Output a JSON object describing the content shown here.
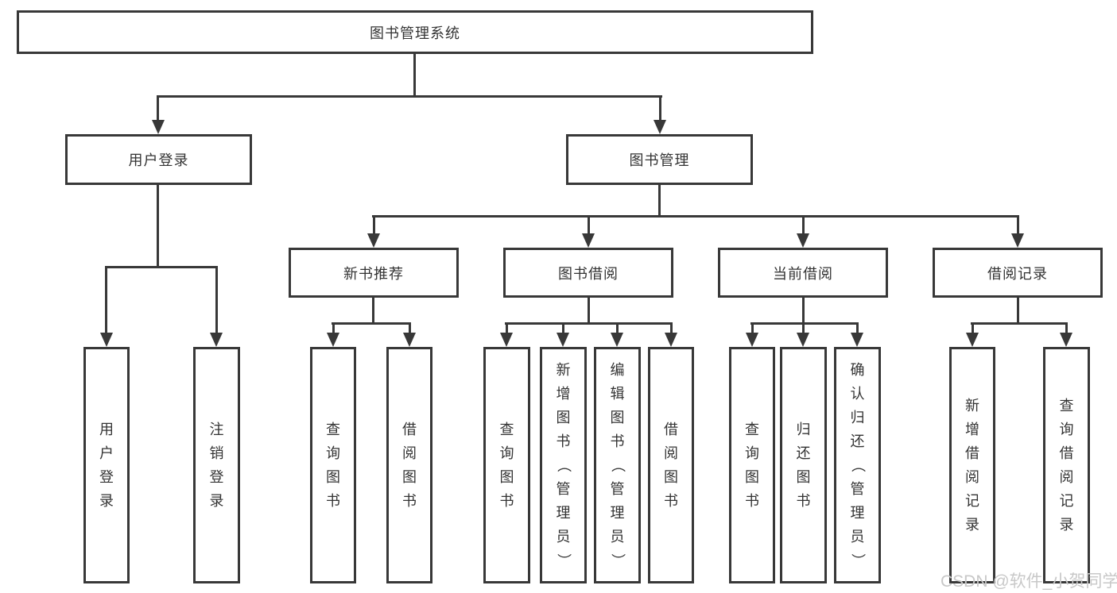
{
  "title": "图书管理系统",
  "branches": [
    {
      "label": "用户登录",
      "leaves": [
        "用户登录",
        "注销登录"
      ]
    },
    {
      "label": "图书管理",
      "groups": [
        {
          "label": "新书推荐",
          "leaves": [
            "查询图书",
            "借阅图书"
          ]
        },
        {
          "label": "图书借阅",
          "leaves": [
            "查询图书",
            "新增图书（管理员）",
            "编辑图书（管理员）",
            "借阅图书"
          ]
        },
        {
          "label": "当前借阅",
          "leaves": [
            "查询图书",
            "归还图书",
            "确认归还（管理员）"
          ]
        },
        {
          "label": "借阅记录",
          "leaves": [
            "新增借阅记录",
            "查询借阅记录"
          ]
        }
      ]
    }
  ],
  "watermark": "CSDN @软件_小贺同学",
  "colors": {
    "line": "#383838",
    "text": "#333333",
    "watermark": "#c8c8c8",
    "background": "#ffffff"
  }
}
